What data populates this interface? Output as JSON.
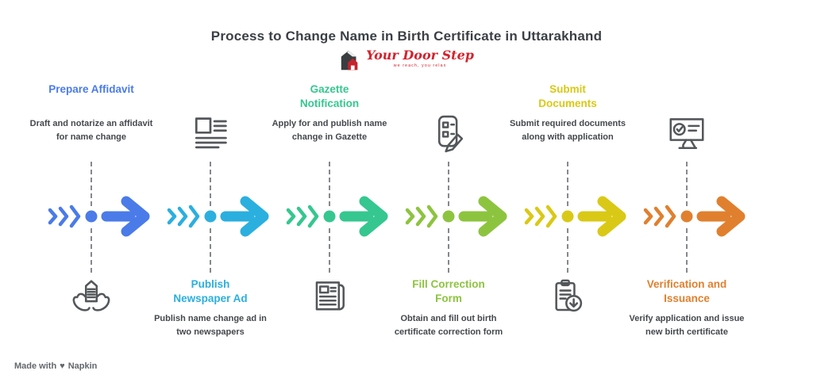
{
  "title": "Process to Change Name in Birth Certificate in Uttarakhand",
  "logo": {
    "brand": "Your Door Step",
    "tagline": "we reach, you relax"
  },
  "footer": {
    "made_with": "Made with",
    "heart": "♥",
    "brand": "Napkin"
  },
  "steps": [
    {
      "title": "Prepare Affidavit",
      "description": "Draft and notarize an affidavit for name change",
      "color": "#4a7be8",
      "icon": "hands-holding-affidavit-icon",
      "text_position": "top"
    },
    {
      "title": "Publish Newspaper Ad",
      "description": "Publish name change ad in two newspapers",
      "color": "#2bafdf",
      "icon": "article-icon",
      "text_position": "bottom"
    },
    {
      "title": "Gazette Notification",
      "description": "Apply for and publish name change in Gazette",
      "color": "#35c78f",
      "icon": "newspaper-icon",
      "text_position": "top"
    },
    {
      "title": "Fill Correction Form",
      "description": "Obtain and fill out birth certificate correction form",
      "color": "#8dc43f",
      "icon": "form-pencil-icon",
      "text_position": "bottom"
    },
    {
      "title": "Submit Documents",
      "description": "Submit required documents along with application",
      "color": "#d9c916",
      "icon": "clipboard-download-icon",
      "text_position": "top"
    },
    {
      "title": "Verification and Issuance",
      "description": "Verify application and issue new birth certificate",
      "color": "#e0802f",
      "icon": "certificate-icon",
      "text_position": "bottom"
    }
  ]
}
